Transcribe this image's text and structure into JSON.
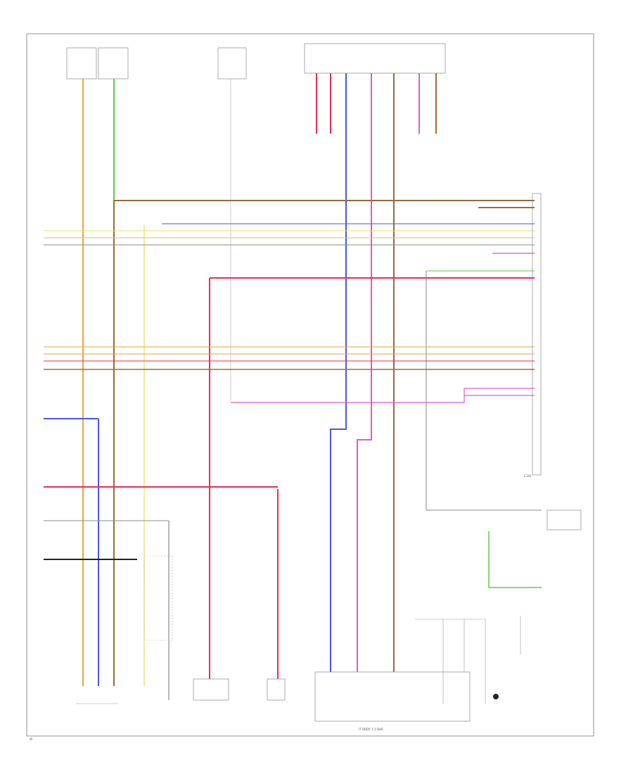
{
  "diagram": {
    "footer_code": "W",
    "captions": {
      "bottom_center": "IT BODY 1 2 BAR",
      "connector_right": "C101"
    },
    "wire_colors": {
      "orange": "#e8a63a",
      "tan": "#d4c27a",
      "green": "#62c94a",
      "brown": "#9a6a3a",
      "blue": "#4a55e8",
      "violet": "#8060d8",
      "red": "#ee2a55",
      "pink": "#e05ad2",
      "yellow": "#e8e05a",
      "gray": "#8a8a8a",
      "black": "#222222"
    }
  }
}
